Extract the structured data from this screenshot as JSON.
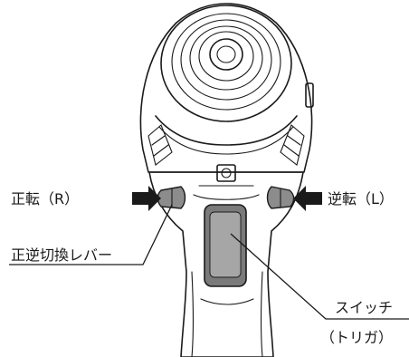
{
  "labels": {
    "forward": "正転（R）",
    "reverse": "逆転（L）",
    "lever": "正逆切換レバー",
    "switch_line1": "スイッチ",
    "switch_line2": "（トリガ）"
  },
  "colors": {
    "ink": "#1a1a1a",
    "lever_fill": "#8c8c8c",
    "trigger_fill": "#7a7a7a",
    "trigger_light": "#a6a6a6",
    "body_shade": "#d9d9d9"
  },
  "icons": {
    "forward_arrow": "arrow-right-icon",
    "reverse_arrow": "arrow-left-icon"
  }
}
